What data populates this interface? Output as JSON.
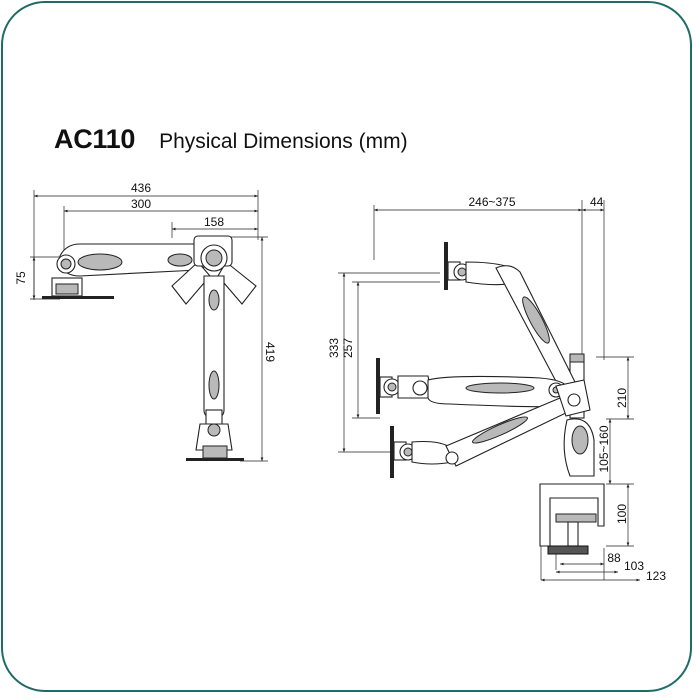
{
  "title": {
    "model": "AC110",
    "subtitle": "Physical Dimensions (mm)"
  },
  "front_view": {
    "dim_overall_width": "436",
    "dim_arm_span": "300",
    "dim_head_width": "158",
    "dim_base_height": "75",
    "dim_overall_height": "419"
  },
  "side_view": {
    "dim_reach": "246~375",
    "dim_pole_width": "44",
    "dim_vertical_range_outer": "333",
    "dim_vertical_range_inner": "257",
    "dim_pole_height": "210",
    "dim_mount_height": "105~160",
    "dim_clamp_height": "100",
    "dim_clamp_88": "88",
    "dim_clamp_103": "103",
    "dim_clamp_123": "123"
  },
  "colors": {
    "frame": "#1f6b67",
    "line": "#222222",
    "fill_grey": "#b9b9b9"
  }
}
